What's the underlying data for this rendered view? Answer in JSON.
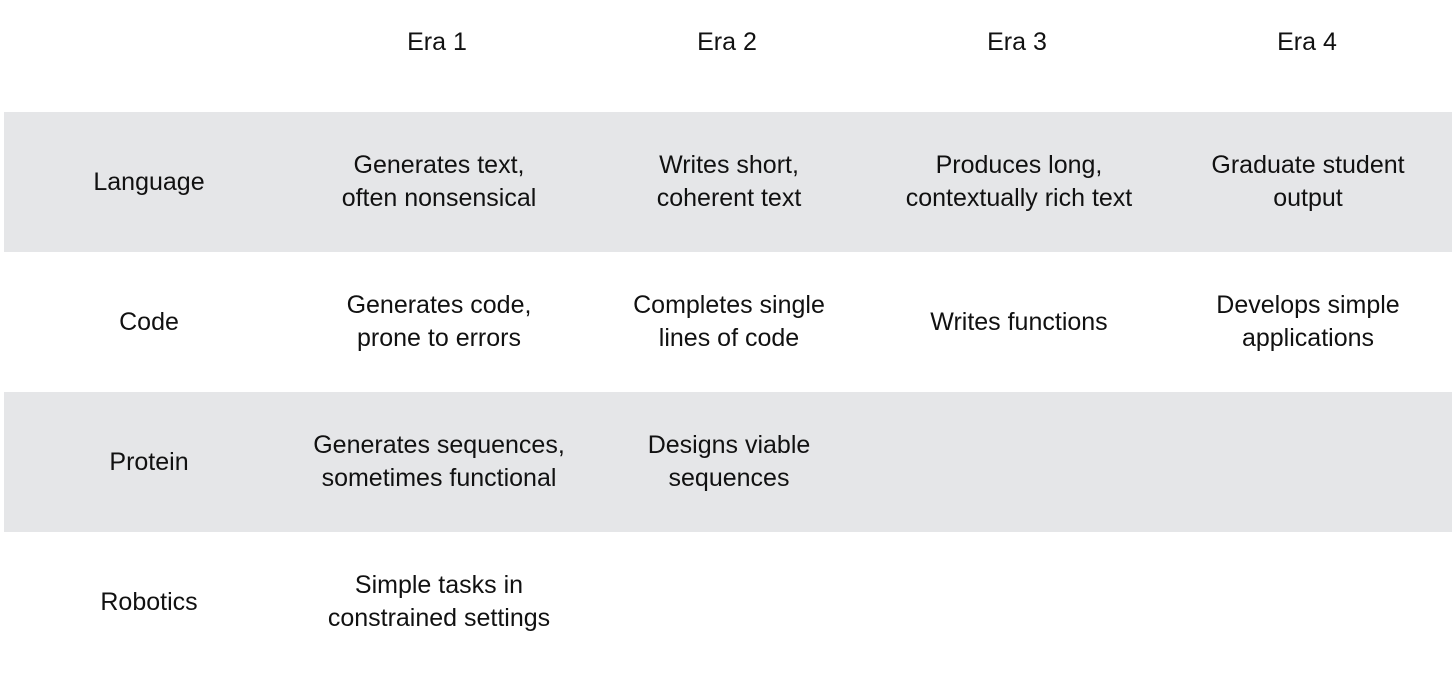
{
  "columns": [
    "Era 1",
    "Era 2",
    "Era 3",
    "Era 4"
  ],
  "rows": [
    {
      "label": "Language",
      "cells": [
        "Generates text,\noften nonsensical",
        "Writes short,\ncoherent text",
        "Produces long,\ncontextually rich text",
        "Graduate student\noutput"
      ]
    },
    {
      "label": "Code",
      "cells": [
        "Generates code,\nprone to errors",
        "Completes single\nlines of code",
        "Writes functions",
        "Develops simple\napplications"
      ]
    },
    {
      "label": "Protein",
      "cells": [
        "Generates sequences,\nsometimes functional",
        "Designs viable\nsequences",
        "",
        ""
      ]
    },
    {
      "label": "Robotics",
      "cells": [
        "Simple tasks in\nconstrained settings",
        "",
        "",
        ""
      ]
    }
  ],
  "colors": {
    "shaded_row": "#e5e6e8",
    "text": "#111111"
  }
}
